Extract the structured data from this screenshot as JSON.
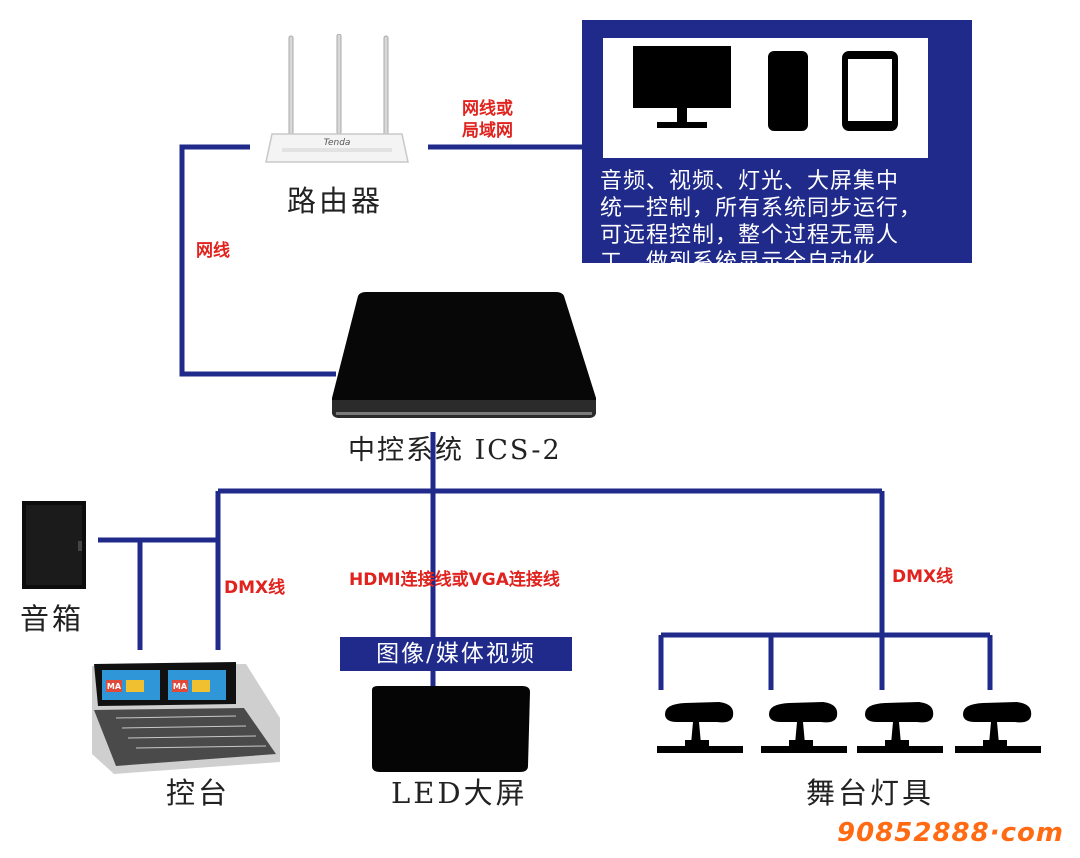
{
  "nodes": {
    "router": "路由器",
    "controller": "中控系统 ICS-2",
    "speaker": "音箱",
    "console": "控台",
    "led_screen": "LED大屏",
    "stage_lights": "舞台灯具"
  },
  "links": {
    "router_to_box": [
      "网线或",
      "局域网"
    ],
    "router_to_controller": "网线",
    "console_dmx": "DMX线",
    "screen_link": "HDMI连接线或VGA连接线",
    "lights_dmx": "DMX线"
  },
  "info": {
    "lines": [
      "音频、视频、灯光、大屏集中",
      "统一控制，所有系统同步运行，",
      "可远程控制，整个过程无需人",
      "工，做到系统显示全自动化。"
    ]
  },
  "banner": "图像/媒体视频",
  "router_brand": "Tenda",
  "console_brand": "MA",
  "watermark": "90852888·com",
  "colors": {
    "line": "#1f2a8a",
    "red": "#e0231e",
    "watermark": "#ff6a13"
  }
}
